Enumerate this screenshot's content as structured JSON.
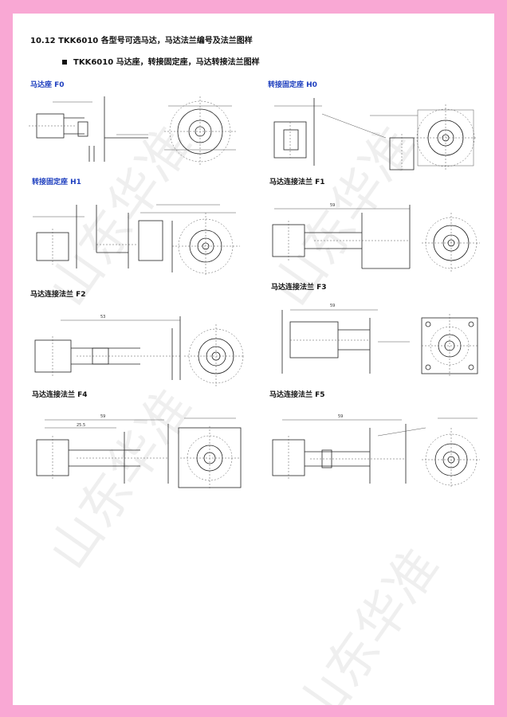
{
  "section_title": "10.12 TKK6010 各型号可选马达，马达法兰编号及法兰图样",
  "bullet_text": "TKK6010 马达座，转接固定座，马达转接法兰图样",
  "watermark_text": "山东华准",
  "diagrams": [
    {
      "label": "马达座 F0",
      "color": "#1e3fbf"
    },
    {
      "label": "转接固定座 H0",
      "color": "#1e3fbf"
    },
    {
      "label": "转接固定座 H1",
      "color": "#1e3fbf"
    },
    {
      "label": "马达连接法兰 F1",
      "color": "#111111"
    },
    {
      "label": "马达连接法兰 F2",
      "color": "#111111"
    },
    {
      "label": "马达连接法兰 F3",
      "color": "#111111"
    },
    {
      "label": "马达连接法兰 F4",
      "color": "#111111"
    },
    {
      "label": "马达连接法兰 F5",
      "color": "#111111"
    }
  ],
  "dimension_marks": {
    "f1_top": "59",
    "f2_top": "53",
    "f3_top": "59",
    "f4_top": "59",
    "f4_sub": "25.5",
    "f5_top": "59"
  },
  "colors": {
    "border": "#f9a8d4",
    "label_blue": "#1e3fbf"
  }
}
